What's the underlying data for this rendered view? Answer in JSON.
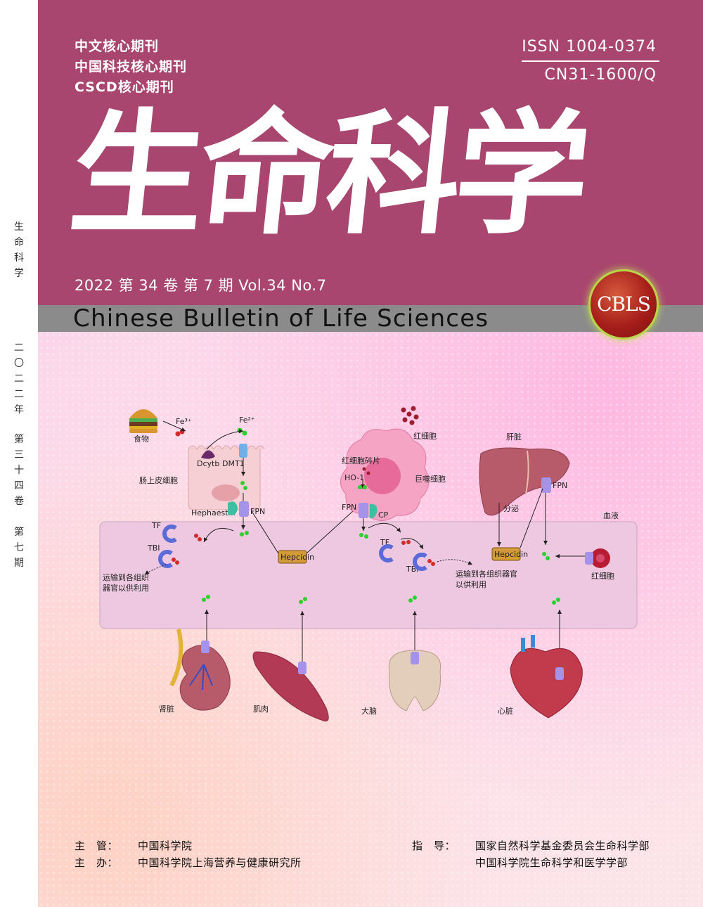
{
  "spine": {
    "title": [
      "生",
      "命",
      "科",
      "学"
    ],
    "year": [
      "二",
      "〇",
      "二",
      "二",
      "年"
    ],
    "volume": [
      "第",
      "三",
      "十",
      "四",
      "卷"
    ],
    "issue": [
      "第",
      "七",
      "期"
    ]
  },
  "header": {
    "core_lines": [
      "中文核心期刊",
      "中国科技核心期刊",
      "CSCD核心期刊"
    ],
    "issn": "ISSN  1004-0374",
    "cn": "CN31-1600/Q",
    "title_cn": "生命科学",
    "issue_line": "2022 第 34 卷 第 7 期   Vol.34 No.7",
    "title_en": "Chinese Bulletin of Life Sciences",
    "badge": "CBLS"
  },
  "figure": {
    "food": "食物",
    "fe3": "Fe³⁺",
    "fe2": "Fe²⁺",
    "dcytb": "Dcytb",
    "dmt1": "DMT1",
    "intestinal_cell": "肠上皮细胞",
    "hephaestin": "Hephaestin",
    "fpn": "FPN",
    "rbc": "红细胞",
    "rbc_fragment": "红细胞碎片",
    "ho1": "HO-1",
    "macrophage": "巨噬细胞",
    "cp": "CP",
    "liver": "肝脏",
    "secretion": "分泌",
    "blood": "血液",
    "tf": "TF",
    "tbi": "TBI",
    "hepcidin": "Hepcidin",
    "transport_1": "运输到各组织",
    "transport_2": "器官以供利用",
    "transport_b1": "运输到各组织器官",
    "transport_b2": "以供利用",
    "kidney": "肾脏",
    "muscle": "肌肉",
    "brain": "大脑",
    "heart": "心脏"
  },
  "credits": {
    "supervisor_label": "主　管：",
    "supervisor": "中国科学院",
    "sponsor_label": "主　办：",
    "sponsor": "中国科学院上海营养与健康研究所",
    "guide_label": "指　导：",
    "guide_1": "国家自然科学基金委员会生命科学部",
    "guide_2": "中国科学院生命科学和医学学部"
  },
  "colors": {
    "band": "#a9466f",
    "gray_band": "#8b8b8b",
    "blood_box": "#edc8e0",
    "iron_green": "#2fcf2f",
    "fpn_purple": "#a493e8",
    "hepcidin": "#d39a3a"
  }
}
